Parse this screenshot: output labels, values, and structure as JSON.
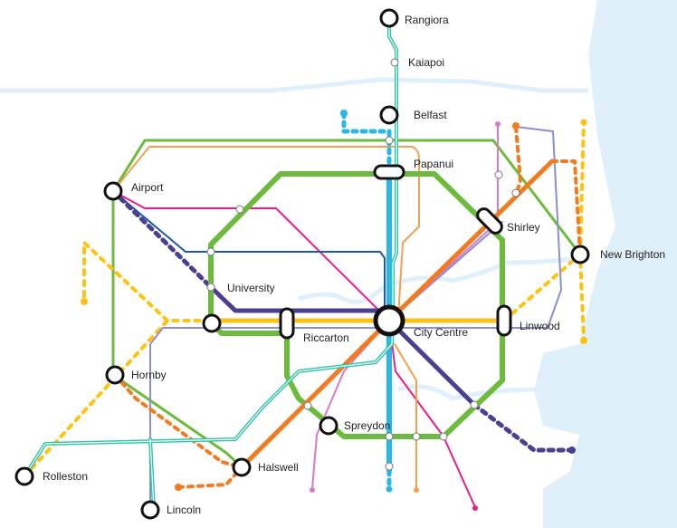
{
  "stations": {
    "rangiora": "Rangiora",
    "kaiapoi": "Kaiapoi",
    "belfast": "Belfast",
    "papanui": "Papanui",
    "airport": "Airport",
    "shirley": "Shirley",
    "new_brighton": "New Brighton",
    "university": "University",
    "riccarton": "Riccarton",
    "city_centre": "City Centre",
    "linwood": "Linwood",
    "hornby": "Hornby",
    "spreydon": "Spreydon",
    "rolleston": "Rolleston",
    "halswell": "Halswell",
    "lincoln": "Lincoln"
  },
  "colors": {
    "green": "#6cbb3c",
    "orange": "#f47a20",
    "purple": "#4b3f8f",
    "yellow": "#ffc20e",
    "cyan": "#29b6e8",
    "teal": "#2ec4a6",
    "pink": "#ec1c8c",
    "navy": "#1b5aa6",
    "lilac": "#8a8fd0",
    "light_orange": "#f7a04a",
    "water": "#dff0fa"
  }
}
